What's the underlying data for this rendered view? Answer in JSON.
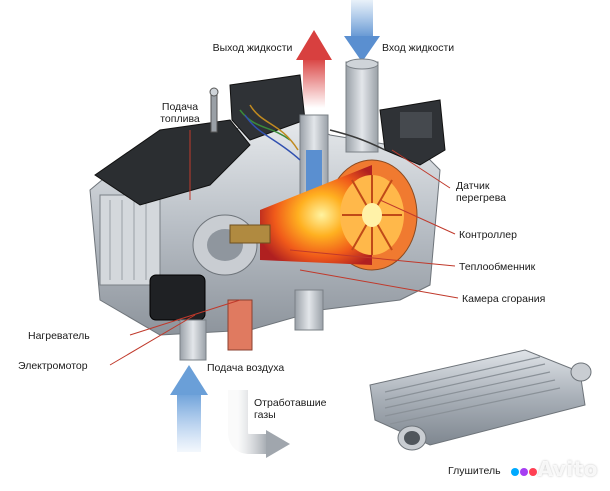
{
  "labels": {
    "liquid_out": "Выход жидкости",
    "liquid_in": "Вход жидкости",
    "fuel_supply": "Подача\nтоплива",
    "overheat_sensor": "Датчик\nперегрева",
    "controller": "Контроллер",
    "heat_exchanger": "Теплообменник",
    "combustion_chamber": "Камера сгорания",
    "heater": "Нагреватель",
    "electric_motor": "Электромотор",
    "air_supply": "Подача воздуха",
    "exhaust_gases": "Отработавшие\nгазы",
    "muffler": "Глушитель"
  },
  "watermark": {
    "text": "Avito",
    "dot_colors": [
      "#00aaff",
      "#a63ef2",
      "#ff4053",
      "#97cf26"
    ]
  },
  "colors": {
    "hot_arrow": "#e04a4a",
    "cold_arrow": "#6a9fd8",
    "leader": "#c0392b"
  }
}
